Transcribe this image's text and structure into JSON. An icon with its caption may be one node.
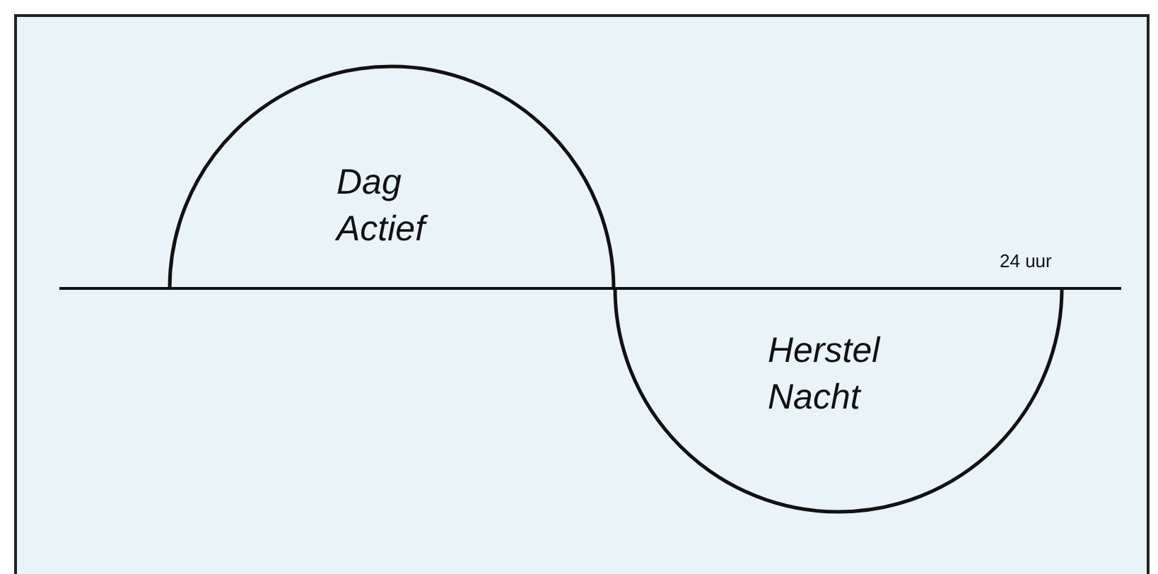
{
  "diagram": {
    "nodes": [
      {
        "text": [
          "Dag Actief"
        ]
      },
      {
        "text": [
          "Herstel Nacht"
        ]
      }
    ],
    "labels": [
      "24 uur"
    ]
  }
}
